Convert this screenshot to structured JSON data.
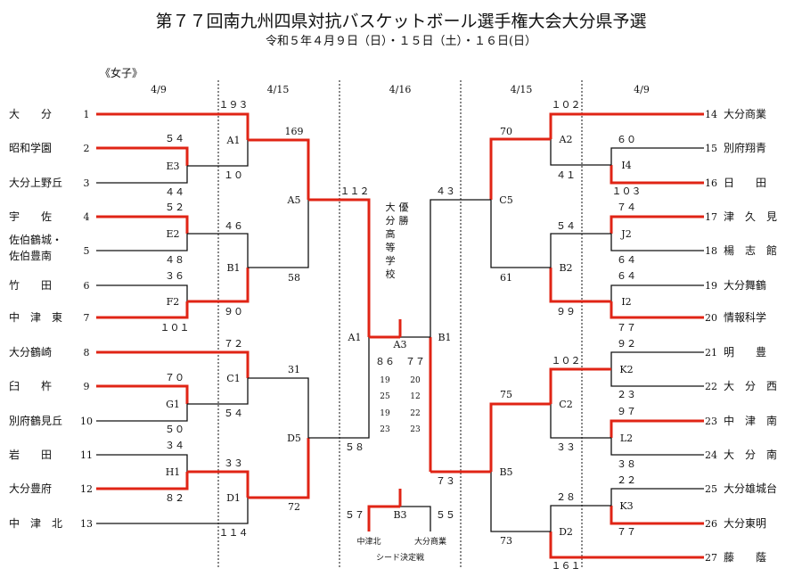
{
  "title": "第７７回南九州四県対抗バスケットボール選手権大会大分県予選",
  "subtitle": "令和５年４月９日（日）・１５日（土）・１６日(日）",
  "division": "《女子》",
  "dates": [
    "4/9",
    "4/15",
    "4/16",
    "4/15",
    "4/9"
  ],
  "teams_left": [
    {
      "no": "1",
      "name": "大　　分"
    },
    {
      "no": "2",
      "name": "昭和学園"
    },
    {
      "no": "3",
      "name": "大分上野丘"
    },
    {
      "no": "4",
      "name": "宇　　佐"
    },
    {
      "no": "5",
      "name": [
        "佐伯鶴城・",
        "佐伯豊南"
      ]
    },
    {
      "no": "6",
      "name": "竹　　田"
    },
    {
      "no": "7",
      "name": "中　津　東"
    },
    {
      "no": "8",
      "name": "大分鶴崎"
    },
    {
      "no": "9",
      "name": "臼　　杵"
    },
    {
      "no": "10",
      "name": "別府鶴見丘"
    },
    {
      "no": "11",
      "name": "岩　　田"
    },
    {
      "no": "12",
      "name": "大分豊府"
    },
    {
      "no": "13",
      "name": "中　津　北"
    }
  ],
  "teams_right": [
    {
      "no": "14",
      "name": "大分商業"
    },
    {
      "no": "15",
      "name": "別府翔青"
    },
    {
      "no": "16",
      "name": "日　　田"
    },
    {
      "no": "17",
      "name": "津　久　見"
    },
    {
      "no": "18",
      "name": "楊　志　館"
    },
    {
      "no": "19",
      "name": "大分舞鶴"
    },
    {
      "no": "20",
      "name": "情報科学"
    },
    {
      "no": "21",
      "name": "明　　豊"
    },
    {
      "no": "22",
      "name": "大　分　西"
    },
    {
      "no": "23",
      "name": "中　津　南"
    },
    {
      "no": "24",
      "name": "大　分　南"
    },
    {
      "no": "25",
      "name": "大分雄城台"
    },
    {
      "no": "26",
      "name": "大分東明"
    },
    {
      "no": "27",
      "name": "藤　　蔭"
    }
  ],
  "games": {
    "E3": [
      "５４",
      "４４"
    ],
    "E2": [
      "５２",
      "４８"
    ],
    "F2": [
      "３６",
      "１０１"
    ],
    "G1": [
      "７０",
      "５０"
    ],
    "H1": [
      "３４",
      "８２"
    ],
    "A1": [
      "１９３",
      "１０"
    ],
    "B1": [
      "４６",
      "９０"
    ],
    "C1": [
      "７２",
      "５４"
    ],
    "D1": [
      "３３",
      "１１４"
    ],
    "A5": [
      "169",
      "58"
    ],
    "D5": [
      "31",
      "72"
    ],
    "I4": [
      "６０",
      "１０３"
    ],
    "J2": [
      "７４",
      "６４"
    ],
    "I2": [
      "６４",
      "７７"
    ],
    "K2": [
      "９２",
      "２３"
    ],
    "L2": [
      "９７",
      "３８"
    ],
    "K3": [
      "２２",
      "７７"
    ],
    "A2": [
      "１０２",
      "４１"
    ],
    "B2": [
      "５４",
      "９９"
    ],
    "C2": [
      "１０２",
      "３３"
    ],
    "D2": [
      "２８",
      "１６１"
    ],
    "C5": [
      "70",
      "61"
    ],
    "B5": [
      "75",
      "73"
    ],
    "SF_L": [
      "１１２",
      "５８"
    ],
    "SF_R": [
      "４３",
      "７３"
    ],
    "A3": {
      "total": [
        "８６",
        "７７"
      ],
      "quarters": [
        [
          "19",
          "20"
        ],
        [
          "25",
          "12"
        ],
        [
          "19",
          "22"
        ],
        [
          "23",
          "23"
        ]
      ]
    },
    "B3": [
      "５７",
      "５５"
    ]
  },
  "final_labels": {
    "left": "A1",
    "center": "A3",
    "right": "B1"
  },
  "champion": [
    "大分",
    "高等",
    "学校",
    "優勝"
  ],
  "seed": {
    "left": "中津北",
    "right": "大分商業",
    "caption": "シード決定戦"
  },
  "colors": {
    "win": "#e02415",
    "line": "#111111"
  }
}
